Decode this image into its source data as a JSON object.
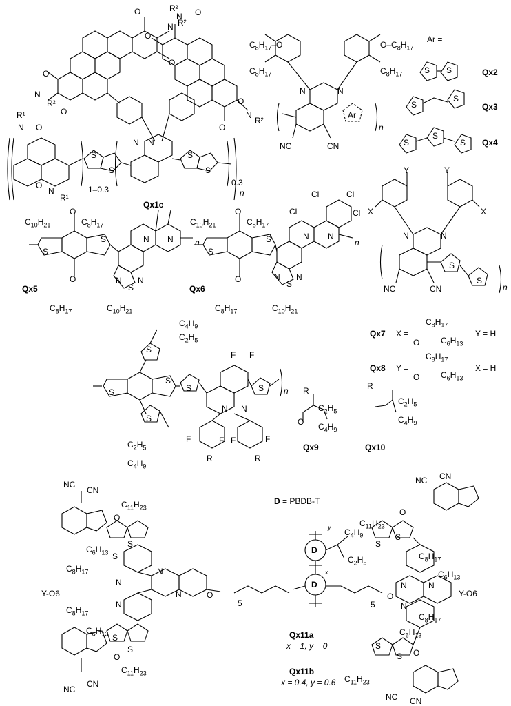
{
  "compounds": {
    "qx1c": "Qx1c",
    "qx2": "Qx2",
    "qx3": "Qx3",
    "qx4": "Qx4",
    "qx5": "Qx5",
    "qx6": "Qx6",
    "qx7": "Qx7",
    "qx8": "Qx8",
    "qx9": "Qx9",
    "qx10": "Qx10",
    "qx11a": "Qx11a",
    "qx11b": "Qx11b"
  },
  "definitions": {
    "ar_eq": "Ar =",
    "r_eq_1": "R =",
    "r_eq_2": "R =",
    "d_bold": "D",
    "d_rest": "= PBDB-T",
    "qx7_conds": "X =",
    "qx7_y": "Y = H",
    "qx8_conds": "Y =",
    "qx8_x": "X = H",
    "qx11a_vals": "x = 1, y = 0",
    "qx11b_vals": "x = 0.4, y = 0.6",
    "y_o6_left": "Y-O6",
    "y_o6_right": "Y-O6",
    "ratio_1": "1–0.3",
    "ratio_2": "0.3"
  },
  "atoms": {
    "S": "S",
    "N": "N",
    "O": "O",
    "F": "F",
    "Cl": "Cl",
    "NC": "NC",
    "CN": "CN",
    "R1": "R¹",
    "R2": "R²",
    "Ar": "Ar",
    "n": "n",
    "D": "D",
    "x": "x",
    "y": "y",
    "five": "5",
    "X": "X",
    "Y": "Y",
    "R": "R"
  },
  "groups": {
    "c8h17": "C8H17",
    "c10h21": "C10H21",
    "c6h13": "C6H13",
    "c4h9": "C4H9",
    "c2h5": "C2H5",
    "c11h23": "C11H23",
    "c8h17_o": "C8H17–O",
    "o_c8h17": "O–C8H17"
  }
}
